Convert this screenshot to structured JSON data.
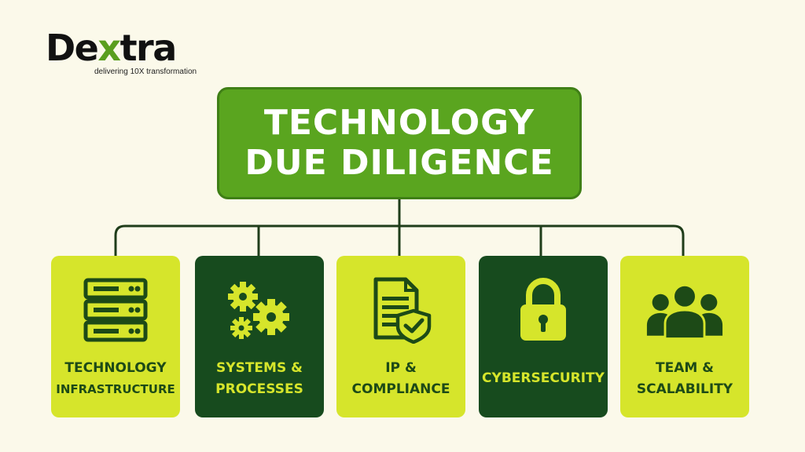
{
  "logo": {
    "brand_prefix": "De",
    "brand_x": "x",
    "brand_suffix": "tra",
    "tagline": "delivering 10X transformation"
  },
  "root": {
    "line1": "TECHNOLOGY",
    "line2": "DUE DILIGENCE"
  },
  "pillars": [
    {
      "line1": "TECHNOLOGY",
      "line2": "INFRASTRUCTURE",
      "icon": "server-rack-icon",
      "style": "light"
    },
    {
      "line1": "SYSTEMS &",
      "line2": "PROCESSES",
      "icon": "gears-icon",
      "style": "dark"
    },
    {
      "line1": "IP &",
      "line2": "COMPLIANCE",
      "icon": "document-shield-icon",
      "style": "light"
    },
    {
      "line1": "CYBERSECURITY",
      "line2": "",
      "icon": "padlock-icon",
      "style": "dark"
    },
    {
      "line1": "TEAM &",
      "line2": "SCALABILITY",
      "icon": "team-icon",
      "style": "light"
    }
  ],
  "colors": {
    "background": "#fbf9ea",
    "root_fill": "#5aa51f",
    "light_card": "#d6e52b",
    "dark_card": "#174b1e",
    "connector": "#1f3d1a"
  }
}
